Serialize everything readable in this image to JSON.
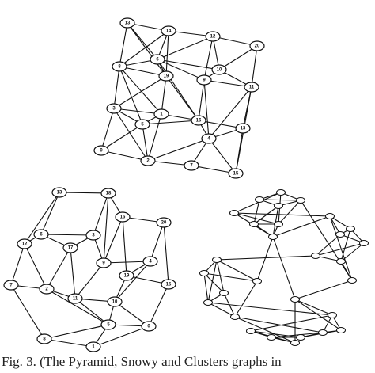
{
  "figure": {
    "caption": "Fig. 3.  (The Pyramid, Snowy and Clusters graphs in"
  },
  "graphs": [
    {
      "id": "pyramid",
      "labeled": true,
      "nodes": [
        {
          "id": "13"
        },
        {
          "id": "14"
        },
        {
          "id": "12"
        },
        {
          "id": "20"
        },
        {
          "id": "8"
        },
        {
          "id": "6"
        },
        {
          "id": "19"
        },
        {
          "id": "10"
        },
        {
          "id": "9"
        },
        {
          "id": "11"
        },
        {
          "id": "3"
        },
        {
          "id": "1"
        },
        {
          "id": "16"
        },
        {
          "id": "5"
        },
        {
          "id": "13b",
          "label": "13"
        },
        {
          "id": "4"
        },
        {
          "id": "0"
        },
        {
          "id": "2"
        },
        {
          "id": "7"
        },
        {
          "id": "15"
        }
      ],
      "edges": [
        [
          "13",
          "14"
        ],
        [
          "13",
          "8"
        ],
        [
          "13",
          "6"
        ],
        [
          "13",
          "19"
        ],
        [
          "14",
          "12"
        ],
        [
          "14",
          "6"
        ],
        [
          "14",
          "19"
        ],
        [
          "14",
          "8"
        ],
        [
          "12",
          "20"
        ],
        [
          "12",
          "10"
        ],
        [
          "12",
          "9"
        ],
        [
          "12",
          "6"
        ],
        [
          "20",
          "11"
        ],
        [
          "20",
          "10"
        ],
        [
          "8",
          "6"
        ],
        [
          "8",
          "3"
        ],
        [
          "8",
          "19"
        ],
        [
          "8",
          "5"
        ],
        [
          "6",
          "19"
        ],
        [
          "6",
          "9"
        ],
        [
          "6",
          "10"
        ],
        [
          "19",
          "1"
        ],
        [
          "19",
          "3"
        ],
        [
          "19",
          "16"
        ],
        [
          "10",
          "11"
        ],
        [
          "10",
          "9"
        ],
        [
          "9",
          "16"
        ],
        [
          "9",
          "11"
        ],
        [
          "11",
          "13b"
        ],
        [
          "11",
          "4"
        ],
        [
          "3",
          "5"
        ],
        [
          "3",
          "0"
        ],
        [
          "3",
          "1"
        ],
        [
          "1",
          "16"
        ],
        [
          "1",
          "2"
        ],
        [
          "1",
          "5"
        ],
        [
          "16",
          "4"
        ],
        [
          "16",
          "13b"
        ],
        [
          "16",
          "5"
        ],
        [
          "5",
          "2"
        ],
        [
          "5",
          "0"
        ],
        [
          "13b",
          "4"
        ],
        [
          "13b",
          "15"
        ],
        [
          "4",
          "7"
        ],
        [
          "4",
          "15"
        ],
        [
          "0",
          "2"
        ],
        [
          "2",
          "7"
        ],
        [
          "7",
          "15"
        ],
        [
          "2",
          "4"
        ],
        [
          "3",
          "2"
        ],
        [
          "8",
          "1"
        ],
        [
          "6",
          "16"
        ],
        [
          "9",
          "4"
        ],
        [
          "11",
          "15"
        ]
      ]
    },
    {
      "id": "snowy",
      "labeled": true,
      "nodes": [
        {
          "id": "13"
        },
        {
          "id": "18"
        },
        {
          "id": "16"
        },
        {
          "id": "20"
        },
        {
          "id": "6"
        },
        {
          "id": "3"
        },
        {
          "id": "12"
        },
        {
          "id": "17"
        },
        {
          "id": "9"
        },
        {
          "id": "4"
        },
        {
          "id": "19"
        },
        {
          "id": "15"
        },
        {
          "id": "7"
        },
        {
          "id": "2"
        },
        {
          "id": "11"
        },
        {
          "id": "10"
        },
        {
          "id": "5"
        },
        {
          "id": "0"
        },
        {
          "id": "8"
        },
        {
          "id": "1"
        }
      ],
      "edges": [
        [
          "13",
          "18"
        ],
        [
          "13",
          "6"
        ],
        [
          "13",
          "12"
        ],
        [
          "18",
          "16"
        ],
        [
          "18",
          "3"
        ],
        [
          "16",
          "20"
        ],
        [
          "16",
          "9"
        ],
        [
          "16",
          "19"
        ],
        [
          "20",
          "4"
        ],
        [
          "20",
          "15"
        ],
        [
          "6",
          "3"
        ],
        [
          "6",
          "17"
        ],
        [
          "6",
          "12"
        ],
        [
          "3",
          "17"
        ],
        [
          "3",
          "9"
        ],
        [
          "12",
          "7"
        ],
        [
          "12",
          "2"
        ],
        [
          "17",
          "2"
        ],
        [
          "17",
          "11"
        ],
        [
          "9",
          "4"
        ],
        [
          "9",
          "11"
        ],
        [
          "4",
          "19"
        ],
        [
          "4",
          "10"
        ],
        [
          "19",
          "15"
        ],
        [
          "19",
          "10"
        ],
        [
          "15",
          "0"
        ],
        [
          "7",
          "2"
        ],
        [
          "7",
          "8"
        ],
        [
          "2",
          "11"
        ],
        [
          "2",
          "5"
        ],
        [
          "11",
          "10"
        ],
        [
          "11",
          "5"
        ],
        [
          "10",
          "5"
        ],
        [
          "10",
          "0"
        ],
        [
          "5",
          "1"
        ],
        [
          "5",
          "0"
        ],
        [
          "0",
          "1"
        ],
        [
          "8",
          "1"
        ],
        [
          "8",
          "5"
        ],
        [
          "18",
          "9"
        ]
      ]
    },
    {
      "id": "clusters",
      "labeled": false,
      "nodes": [
        {
          "id": "a1"
        },
        {
          "id": "a2"
        },
        {
          "id": "a3"
        },
        {
          "id": "a4"
        },
        {
          "id": "a5"
        },
        {
          "id": "a6"
        },
        {
          "id": "a7"
        },
        {
          "id": "a8"
        },
        {
          "id": "b1"
        },
        {
          "id": "b2"
        },
        {
          "id": "b3"
        },
        {
          "id": "b4"
        },
        {
          "id": "b5"
        },
        {
          "id": "b6"
        },
        {
          "id": "b7"
        },
        {
          "id": "c1"
        },
        {
          "id": "c2"
        },
        {
          "id": "c3"
        },
        {
          "id": "c4"
        },
        {
          "id": "c5"
        },
        {
          "id": "c6"
        },
        {
          "id": "c7"
        },
        {
          "id": "c8"
        },
        {
          "id": "d1"
        },
        {
          "id": "d2"
        },
        {
          "id": "d3"
        },
        {
          "id": "d4"
        },
        {
          "id": "d5"
        },
        {
          "id": "d6"
        }
      ],
      "edges": [
        [
          "a1",
          "a2"
        ],
        [
          "a1",
          "a3"
        ],
        [
          "a2",
          "a3"
        ],
        [
          "a2",
          "a4"
        ],
        [
          "a3",
          "a4"
        ],
        [
          "a1",
          "a5"
        ],
        [
          "a5",
          "a6"
        ],
        [
          "a6",
          "a7"
        ],
        [
          "a4",
          "a7"
        ],
        [
          "a3",
          "a6"
        ],
        [
          "a2",
          "a7"
        ],
        [
          "a5",
          "a8"
        ],
        [
          "a6",
          "a8"
        ],
        [
          "a7",
          "a8"
        ],
        [
          "a4",
          "a8"
        ],
        [
          "a1",
          "a6"
        ],
        [
          "b1",
          "b2"
        ],
        [
          "b2",
          "b3"
        ],
        [
          "b3",
          "b4"
        ],
        [
          "b4",
          "b5"
        ],
        [
          "b5",
          "b6"
        ],
        [
          "b6",
          "b7"
        ],
        [
          "b1",
          "b3"
        ],
        [
          "b2",
          "b4"
        ],
        [
          "b3",
          "b5"
        ],
        [
          "b4",
          "b6"
        ],
        [
          "b1",
          "b7"
        ],
        [
          "b2",
          "b6"
        ],
        [
          "c1",
          "c2"
        ],
        [
          "c2",
          "c3"
        ],
        [
          "c3",
          "c4"
        ],
        [
          "c4",
          "c5"
        ],
        [
          "c5",
          "c6"
        ],
        [
          "c6",
          "c7"
        ],
        [
          "c7",
          "c8"
        ],
        [
          "c1",
          "c3"
        ],
        [
          "c2",
          "c4"
        ],
        [
          "c4",
          "c6"
        ],
        [
          "c5",
          "c7"
        ],
        [
          "c6",
          "c8"
        ],
        [
          "c1",
          "c8"
        ],
        [
          "c3",
          "c5"
        ],
        [
          "c2",
          "c7"
        ],
        [
          "d1",
          "d2"
        ],
        [
          "d2",
          "d3"
        ],
        [
          "d3",
          "d4"
        ],
        [
          "d4",
          "d5"
        ],
        [
          "d5",
          "d6"
        ],
        [
          "d1",
          "d3"
        ],
        [
          "d2",
          "d4"
        ],
        [
          "d3",
          "d5"
        ],
        [
          "d1",
          "d6"
        ],
        [
          "d4",
          "d6"
        ],
        [
          "d2",
          "d5"
        ],
        [
          "a8",
          "d1"
        ],
        [
          "a8",
          "b1"
        ],
        [
          "b7",
          "c1"
        ],
        [
          "d6",
          "c8"
        ],
        [
          "a8",
          "c1"
        ],
        [
          "d5",
          "c2"
        ],
        [
          "a5",
          "b1"
        ],
        [
          "b5",
          "d3"
        ],
        [
          "a3",
          "b7"
        ],
        [
          "c4",
          "d6"
        ]
      ]
    }
  ]
}
